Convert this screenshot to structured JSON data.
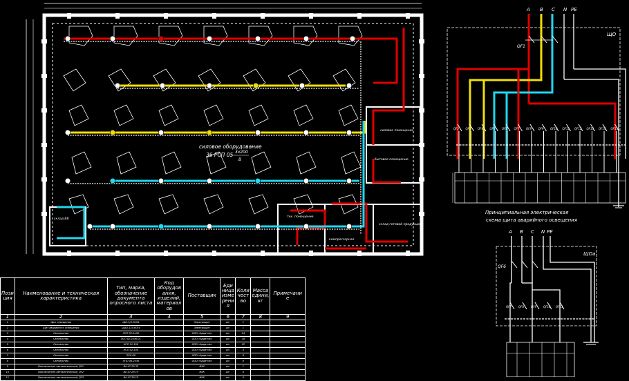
{
  "plan": {
    "center_label_line1": "силовое оборудование",
    "center_label_line2": "36 РСП 05",
    "center_label_fraction": "3х200",
    "center_label_sub": "В",
    "room_labels": [
      "склад ВВ",
      "бытовое помещение",
      "силовое помещение",
      "склад готовой продукции",
      "тех. помещение",
      "компрессорная"
    ],
    "colors": {
      "phase_a": "#e00000",
      "phase_b": "#f0e000",
      "phase_c": "#20d8f0",
      "neutral": "#ffffff"
    }
  },
  "schematic_main": {
    "phases": [
      "A",
      "B",
      "C",
      "N",
      "PE"
    ],
    "panel": "ЩО",
    "breaker": "QF1",
    "breaker_prefix": "QF",
    "caption_line1": "Принципиальная электрическая",
    "caption_line2": "схема щита аварийного освещения"
  },
  "schematic_small": {
    "phases": [
      "A",
      "B",
      "C",
      "N",
      "PE"
    ],
    "panel": "ЩОа",
    "breaker": "QF6",
    "breaker_prefix": "QF"
  },
  "table": {
    "headers": [
      "Пози ция",
      "Наименование и техническая характеристика",
      "Тип, марка, обозначение документа опросного листа",
      "Код оборудов ания, изделий, материал ов",
      "Поставщик",
      "Еди ница изме рени я",
      "Коли чест во",
      "Масса едини, кг",
      "Примечани е"
    ],
    "col_numbers": [
      "1",
      "2",
      "3",
      "4",
      "5",
      "6",
      "7",
      "8",
      "9"
    ],
    "rows": [
      [
        "1",
        "Щит освещения",
        "ЩО-1/3-УХЛ4",
        "",
        "Электрощит",
        "шт.",
        "1",
        "",
        ""
      ],
      [
        "2",
        "Щит аварийного освещения",
        "ЩАО-1/3-УХЛ4",
        "",
        "Электрощит",
        "шт.",
        "1",
        "",
        ""
      ],
      [
        "3",
        "Светильник",
        "ЛСП 02-2х36",
        "",
        "ООО «Ардатов»",
        "шт.",
        "24",
        "",
        ""
      ],
      [
        "4",
        "Светильник",
        "ЛСП 02-2х36-01",
        "",
        "ООО «Ардатов»",
        "шт.",
        "18",
        "",
        ""
      ],
      [
        "5",
        "Светильник",
        "НСП 11-100",
        "",
        "ООО «Ардатов»",
        "шт.",
        "12",
        "",
        ""
      ],
      [
        "6",
        "Светильник",
        "НСП 02-100",
        "",
        "ООО «Ардатов»",
        "шт.",
        "4",
        "",
        ""
      ],
      [
        "7",
        "Светильник",
        "ПСХ-60",
        "",
        "ООО «Ардатов»",
        "шт.",
        "6",
        "",
        ""
      ],
      [
        "8",
        "Светильник",
        "ЛПО 46-2х36",
        "",
        "ООО «Ардатов»",
        "шт.",
        "8",
        "",
        ""
      ],
      [
        "9",
        "Выключатель автоматический, QF1",
        "ВА 47-29 3P",
        "",
        "ИЭК",
        "шт.",
        "1",
        "",
        ""
      ],
      [
        "10",
        "Выключатель автоматический, QF2",
        "ВА 47-29 1P",
        "",
        "ИЭК",
        "шт.",
        "8",
        "",
        ""
      ],
      [
        "11",
        "Выключатель автоматический, QF3",
        "ВА 47-29 1P",
        "",
        "ИЭК",
        "шт.",
        "5",
        "",
        ""
      ]
    ]
  }
}
